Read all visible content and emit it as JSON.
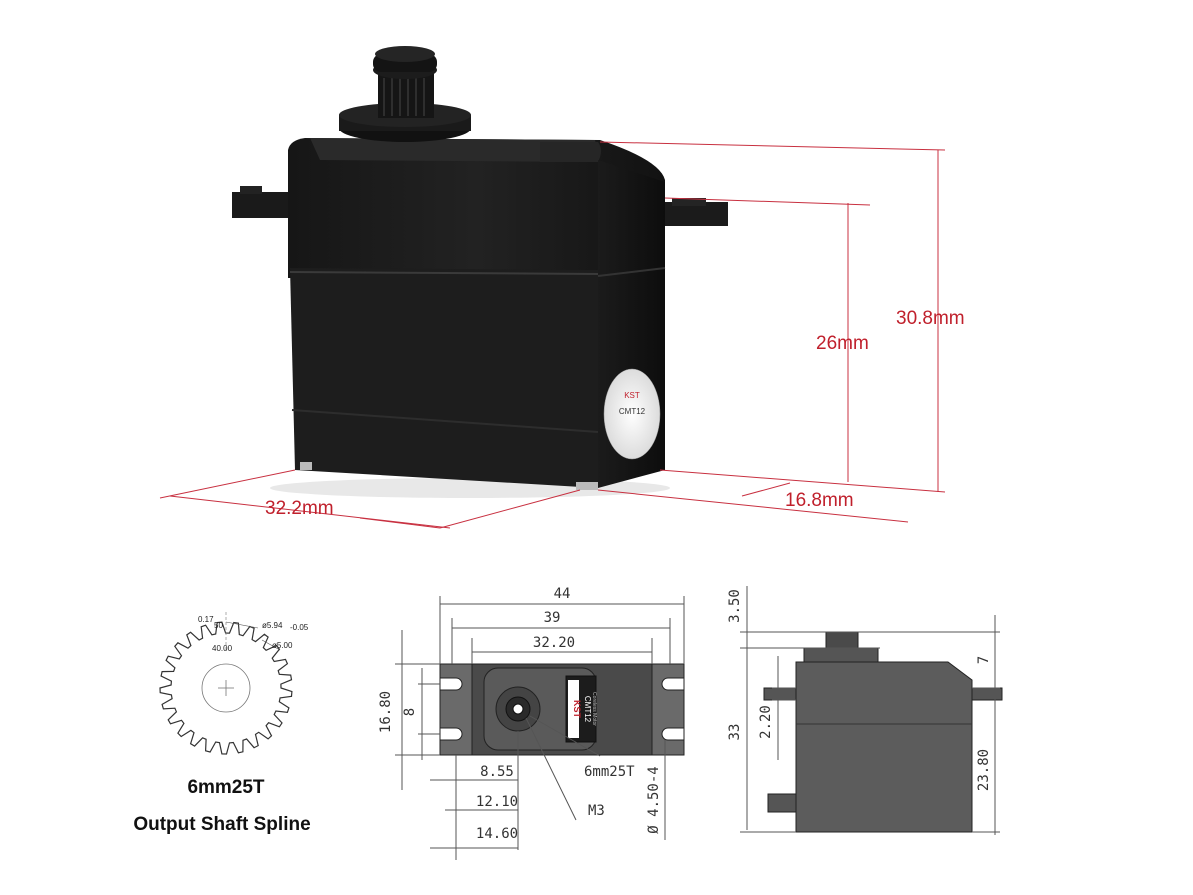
{
  "photo": {
    "dim_width": "32.2mm",
    "dim_depth": "16.8mm",
    "dim_height_body": "26mm",
    "dim_height_total": "30.8mm",
    "label_brand": "KST",
    "label_model": "CMT12",
    "accent_color": "#c0202c"
  },
  "spline": {
    "dims": {
      "d017": "0.17",
      "d50": "50",
      "d40": "40.00",
      "d594": "ø5.94",
      "d594_tol": "-0.05",
      "d500": "ø5.00"
    },
    "caption_line1": "6mm25T",
    "caption_line2": "Output Shaft Spline"
  },
  "front_view": {
    "w44": "44",
    "w39": "39",
    "w3220": "32.20",
    "h1680": "16.80",
    "h8": "8",
    "d855": "8.55",
    "d1210": "12.10",
    "d1460": "14.60",
    "spline_label": "6mm25T",
    "m3_label": "M3",
    "hole_label": "Ø 4.50-4",
    "label_brand": "KST",
    "label_model": "CMT12",
    "label_sub": "Coreless Motor"
  },
  "side_view": {
    "d350": "3.50",
    "d7": "7",
    "d33": "33",
    "d220": "2.20",
    "d2380": "23.80"
  }
}
